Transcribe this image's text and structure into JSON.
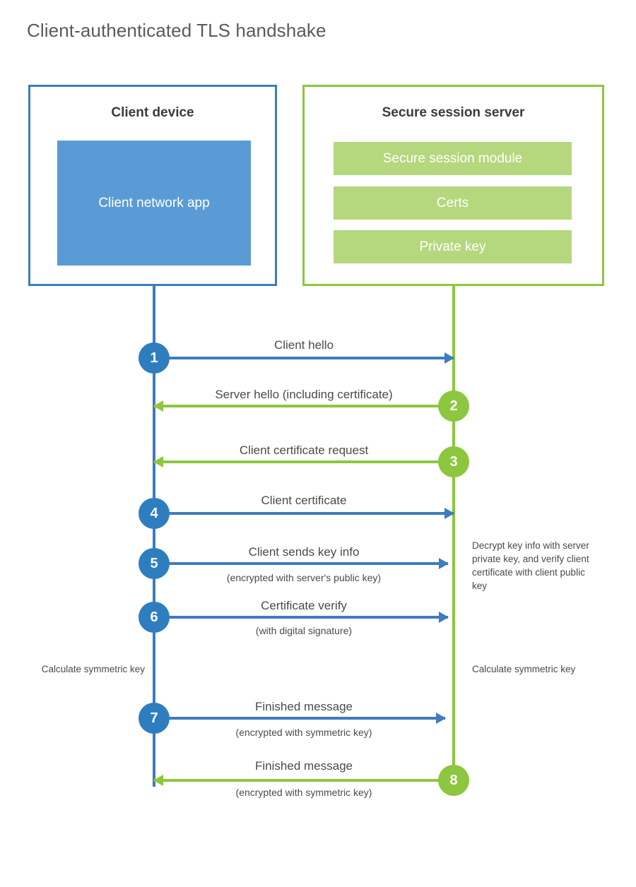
{
  "title": "Client-authenticated TLS handshake",
  "colors": {
    "client_blue": "#3d7cc0",
    "client_app_fill": "#5b9bd5",
    "server_green": "#8dc63f",
    "server_bar_fill": "#b5d77e",
    "step_blue": "#2e7ebf",
    "text": "#4a4a4a"
  },
  "client": {
    "title": "Client device",
    "app_label": "Client network app"
  },
  "server": {
    "title": "Secure session server",
    "components": [
      "Secure session module",
      "Certs",
      "Private key"
    ]
  },
  "steps": [
    {
      "number": "1",
      "label": "Client hello",
      "sublabel": "",
      "direction": "client-to-server",
      "color": "blue"
    },
    {
      "number": "2",
      "label": "Server hello (including certificate)",
      "sublabel": "",
      "direction": "server-to-client",
      "color": "green"
    },
    {
      "number": "3",
      "label": "Client certificate request",
      "sublabel": "",
      "direction": "server-to-client",
      "color": "green"
    },
    {
      "number": "4",
      "label": "Client certificate",
      "sublabel": "",
      "direction": "client-to-server",
      "color": "blue"
    },
    {
      "number": "5",
      "label": "Client sends key info",
      "sublabel": "(encrypted with server's public key)",
      "direction": "client-to-server",
      "color": "blue"
    },
    {
      "number": "6",
      "label": "Certificate verify",
      "sublabel": "(with digital signature)",
      "direction": "client-to-server",
      "color": "blue"
    },
    {
      "number": "7",
      "label": "Finished message",
      "sublabel": "(encrypted with symmetric key)",
      "direction": "client-to-server",
      "color": "blue"
    },
    {
      "number": "8",
      "label": "Finished message",
      "sublabel": "(encrypted with symmetric key)",
      "direction": "server-to-client",
      "color": "green"
    }
  ],
  "notes": {
    "server_decrypt": "Decrypt key info with server private key, and verify client certificate with client public key",
    "client_calc": "Calculate symmetric key",
    "server_calc": "Calculate symmetric key"
  }
}
